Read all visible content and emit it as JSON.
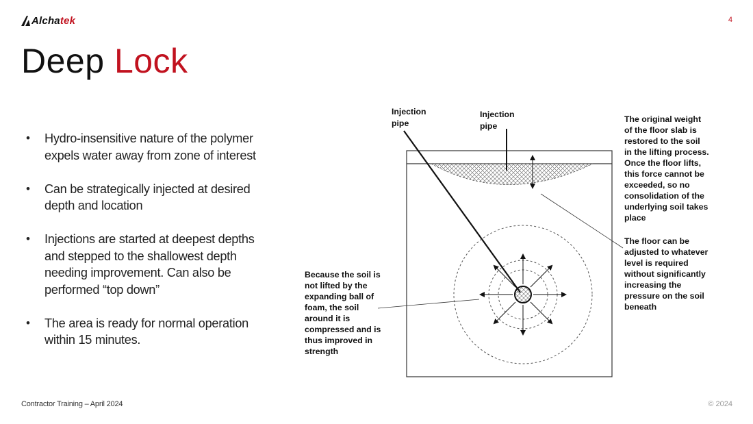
{
  "header": {
    "logo": {
      "prefix": "Alcha",
      "suffix": "tek",
      "icon": "alchatek-logo-icon"
    },
    "page_number": "4"
  },
  "title": {
    "part1": "Deep",
    "part2": "Lock"
  },
  "bullets": [
    "Hydro-insensitive nature of the polymer expels water away from zone of interest",
    "Can be strategically injected at desired depth and location",
    "Injections are started at deepest depths and stepped to the shallowest depth needing improvement. Can also be performed “top down”",
    "The area is ready for normal operation within 15 minutes."
  ],
  "figure": {
    "label_injection_pipe_left": [
      "Injection",
      "pipe"
    ],
    "label_injection_pipe_right": [
      "Injection",
      "pipe"
    ],
    "note_weight": [
      "The original weight",
      "of the floor slab is",
      "restored to the soil",
      "in the lifting process.",
      "Once the floor lifts,",
      "this force cannot be",
      "exceeded, so no",
      "consolidation of the",
      "underlying soil takes",
      "place"
    ],
    "note_floor": [
      "The floor can be",
      "adjusted to whatever",
      "level is required",
      "without significantly",
      "increasing the",
      "pressure on the soil",
      "beneath"
    ],
    "note_soil": [
      "Because the soil is",
      "not lifted by the",
      "expanding ball of",
      "foam, the soil",
      "around it is",
      "compressed and is",
      "thus improved in",
      "strength"
    ]
  },
  "footer": {
    "left": "Contractor Training – April 2024",
    "right": "© 2024"
  },
  "colors": {
    "accent": "#c1121f",
    "text": "#222222"
  }
}
